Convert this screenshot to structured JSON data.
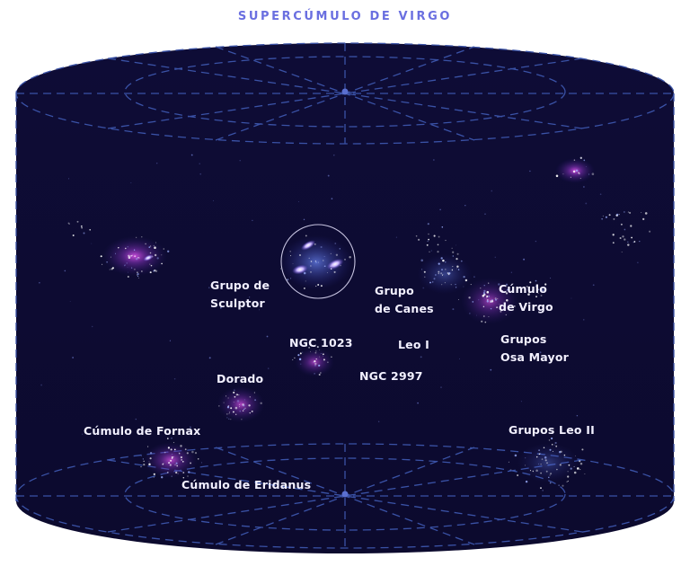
{
  "title": "SUPERCÚMULO DE VIRGO",
  "colors": {
    "background": "#0d0b33",
    "title": "#6a6fe0",
    "grid": "#3a52a6",
    "label": "#f2f0ff",
    "glow": "#b03cc8",
    "star": "#ffffff"
  },
  "labels": {
    "sculptor": "Grupo de\nSculptor",
    "canes": "Grupo\nde Canes",
    "virgo": "Cúmulo\nde Virgo",
    "ngc1023": "NGC 1023",
    "leo1": "Leo I",
    "osa_mayor": "Grupos\nOsa Mayor",
    "ngc2997": "NGC 2997",
    "dorado": "Dorado",
    "fornax": "Cúmulo de Fornax",
    "leo2": "Grupos Leo II",
    "eridanus": "Cúmulo de Eridanus"
  }
}
